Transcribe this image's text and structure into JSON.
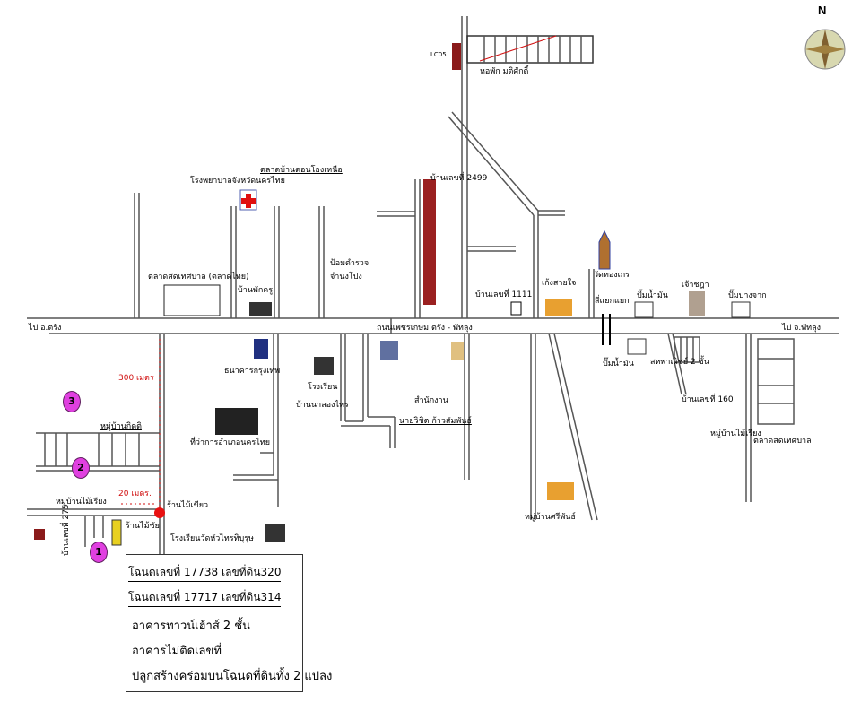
{
  "compass": {
    "north_label": "N",
    "icon": "compass-rose-icon"
  },
  "roads": {
    "main_road": "ถนนเพชรเกษม ตรัง - พัทลุง",
    "to_west": "ไป อ.ตรัง",
    "to_east": "ไป จ.พัทลุง"
  },
  "distances": {
    "d300": "300 เมตร",
    "d20": "20 เมตร."
  },
  "landmarks": {
    "lc05": "LC05",
    "dorm": "หอพัก มติศักดิ์",
    "hospital": "โรงพยาบาลจังหวัดนครไทย",
    "market_north": "ตลาดบ้านดอนโองเหนือ",
    "house_2499": "บ้านเลขที่ 2499",
    "market": "ตลาดสดเทศบาล (ตลาดไทย)",
    "house_nakhon": "บ้านพักครู",
    "police_1": "ป้อมตำรวจ",
    "police_2": "จำนงโปง",
    "house_1111": "บ้านเลขที่ 1111",
    "kengsai": "เก้งสายใจ",
    "temple": "วัดทองเกร",
    "intersection": "สี่แยกแยก",
    "pump_1": "ปั๊มน้ำมัน",
    "chada": "เจ้าชฎา",
    "pump_bangchak": "ปั๊มบางจาก",
    "bank": "ธนาคารกรุงเทพ",
    "school_1": "โรงเรียน",
    "school_1b": "บ้านนาลองไทร",
    "office_1": "สำนักงาน",
    "office_2": "นายวิชิต ก้าวสัมพันธ์",
    "pump_2": "ปั๊มน้ำมัน",
    "shophouse": "สหพาณิชย์ 2 ชั้น",
    "house_160": "บ้านเลขที่ 160",
    "village_east": "หมู่บ้านไม้เรียง",
    "market_east": "ตลาดสดเทศบาล",
    "district_office": "ที่ว่าการอำเภอนครไทย",
    "village_kitti": "หมู่บ้านกิตติ",
    "village_mairiang": "หมู่บ้านไม้เรียง",
    "shop_green": "ร้านไม้เขียว",
    "shop_chai": "ร้านไม้ชัย",
    "school_2": "โรงเรียนวัดหัวไทรทิบุรุษ",
    "village_sriphan": "หมู่บ้านศรีพันธ์",
    "house_west": "บ้านเลขที่ 275"
  },
  "markers": [
    "1",
    "2",
    "3"
  ],
  "info_box": {
    "deed_1": "โฉนดเลขที่ 17738 เลขที่ดิน320",
    "deed_2": "โฉนดเลขที่ 17717 เลขที่ดิน314",
    "desc_1": "อาคารทาวน์เฮ้าส์ 2 ชั้น",
    "desc_2": "อาคารไม่ติดเลขที่",
    "desc_3": "ปลูกสร้างคร่อมบนโฉนดที่ดินทั้ง 2 แปลง"
  }
}
